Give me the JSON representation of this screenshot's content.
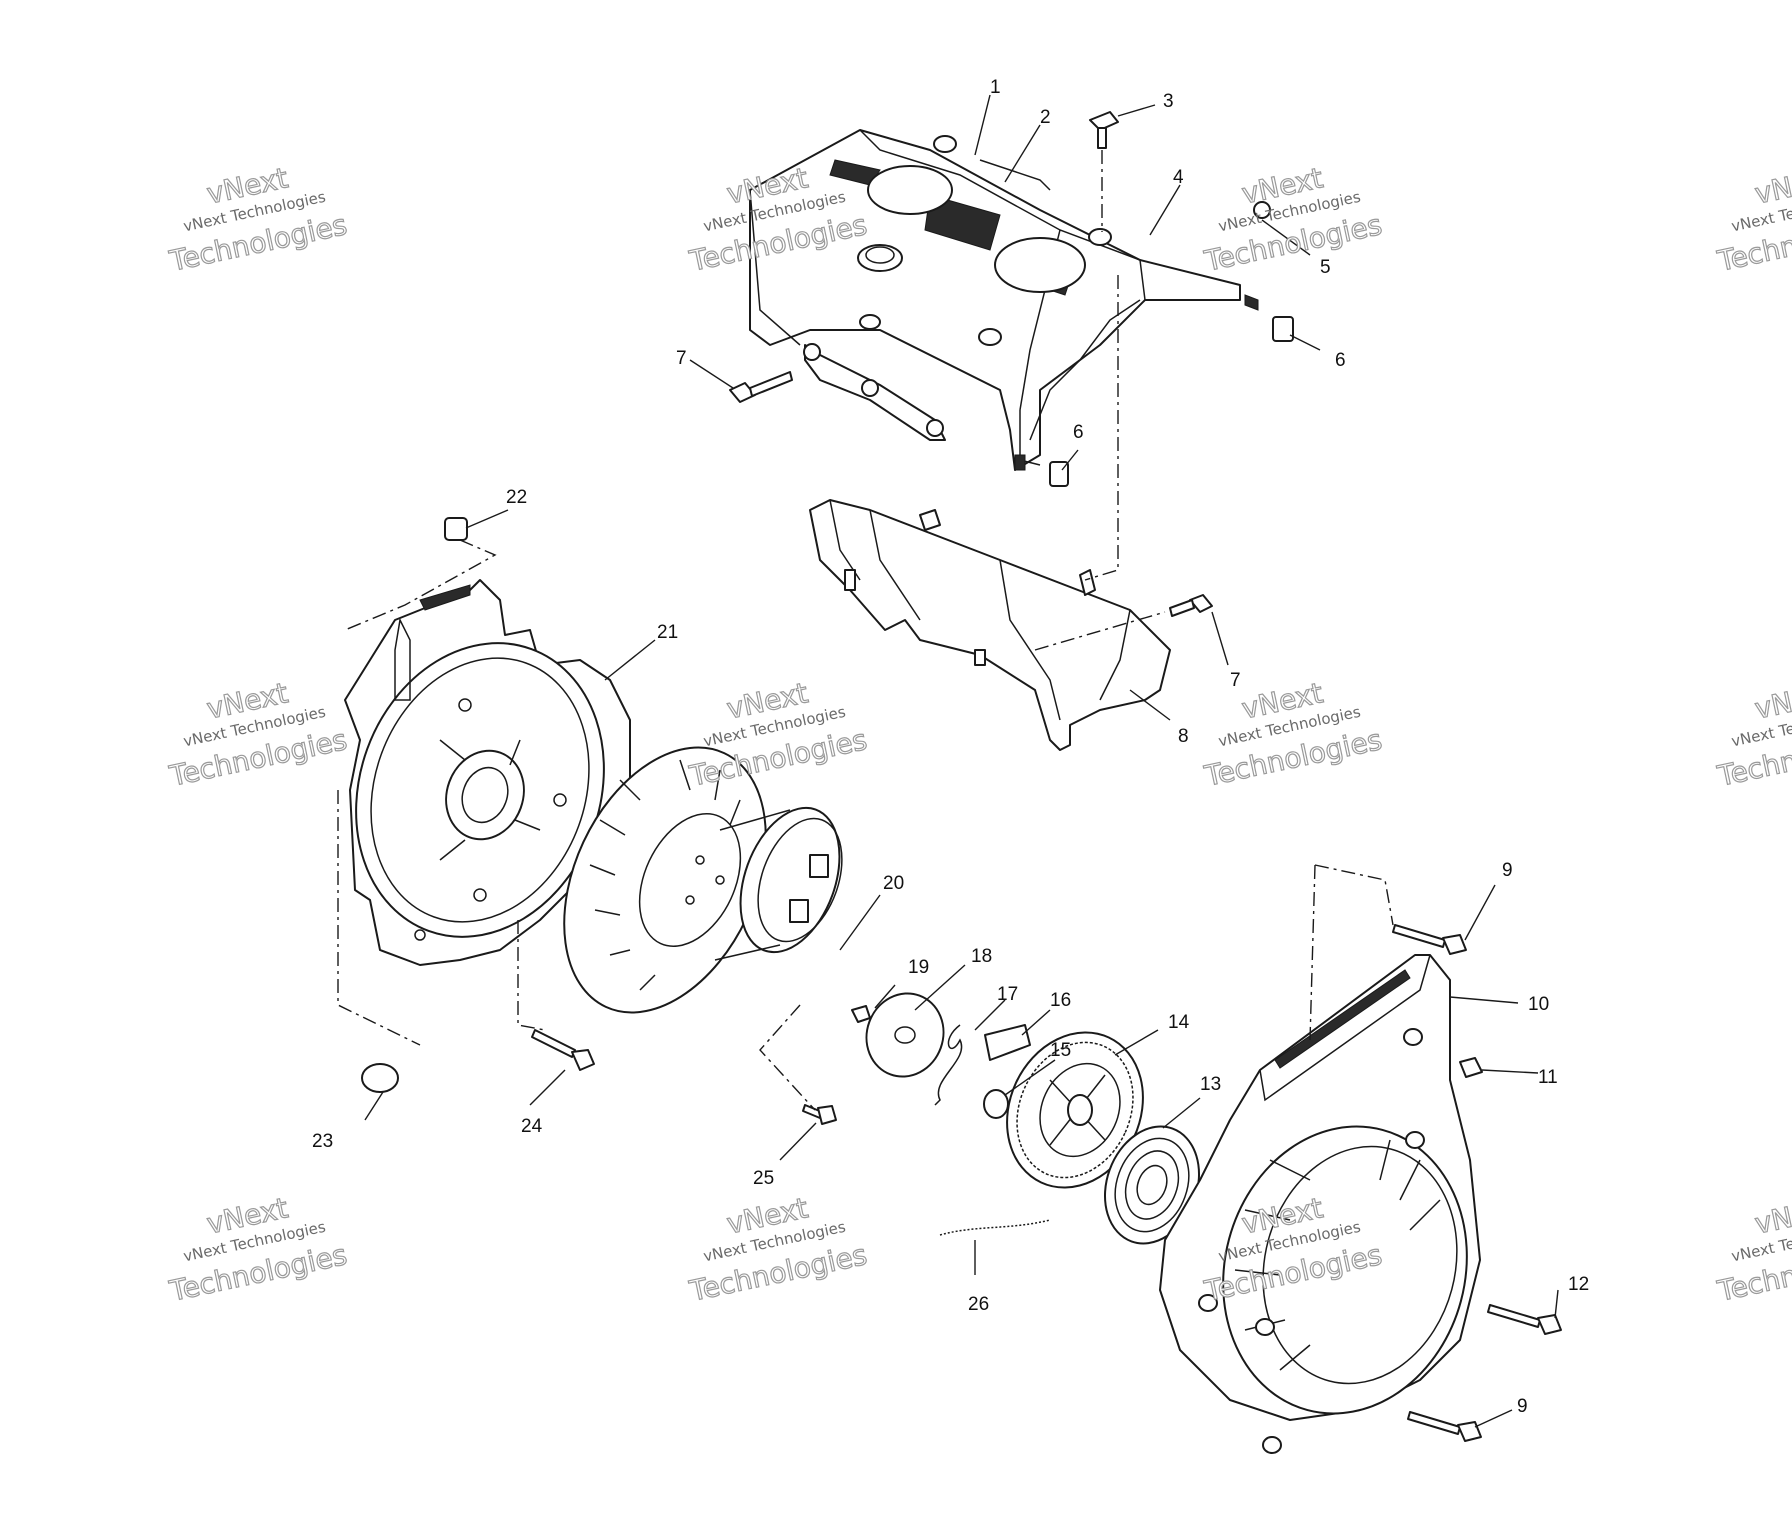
{
  "diagram": {
    "callouts": [
      "1",
      "2",
      "3",
      "4",
      "5",
      "6",
      "6",
      "7",
      "7",
      "8",
      "9",
      "9",
      "10",
      "11",
      "12",
      "14",
      "15",
      "16",
      "17",
      "18",
      "19",
      "20",
      "21",
      "22",
      "23",
      "24",
      "25",
      "26",
      "13"
    ],
    "watermark": {
      "line1": "vNext Technologies",
      "line2": "vNext",
      "line3": "Technologies"
    }
  }
}
